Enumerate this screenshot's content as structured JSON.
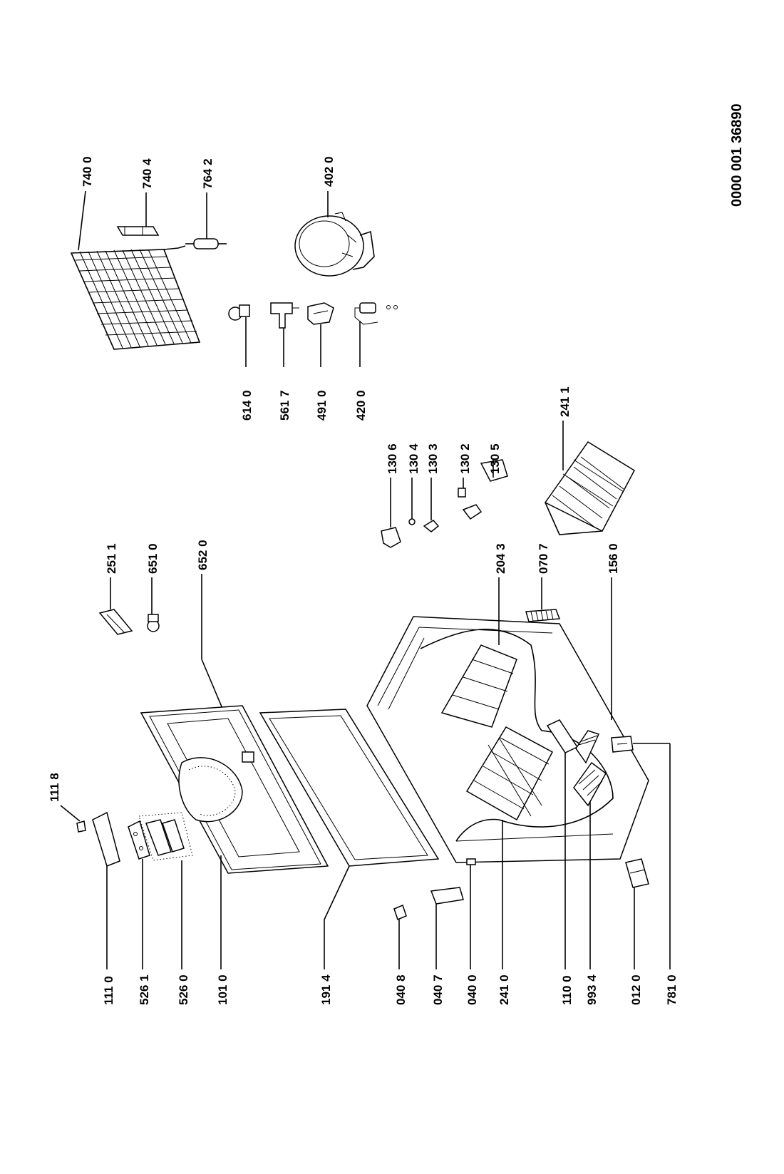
{
  "document_number": "0000 001 36890",
  "labels": {
    "l7400": "740 0",
    "l7404": "740 4",
    "l7642": "764 2",
    "l4020": "402 0",
    "l6140": "614 0",
    "l5617": "561 7",
    "l4910": "491 0",
    "l4200": "420 0",
    "l1306": "130 6",
    "l1304": "130 4",
    "l1303": "130 3",
    "l1302": "130 2",
    "l1305": "130 5",
    "l2411": "241 1",
    "l2511": "251 1",
    "l6510": "651 0",
    "l6520": "652 0",
    "l2043": "204 3",
    "l0707": "070 7",
    "l1560": "156 0",
    "l1118": "111 8",
    "l1110": "111 0",
    "l5261": "526 1",
    "l5260": "526 0",
    "l1010": "101 0",
    "l1914": "191 4",
    "l0408": "040 8",
    "l0407": "040 7",
    "l0400": "040 0",
    "l2410": "241 0",
    "l1100": "110 0",
    "l9934": "993 4",
    "l0120": "012 0",
    "l7810": "781 0"
  }
}
